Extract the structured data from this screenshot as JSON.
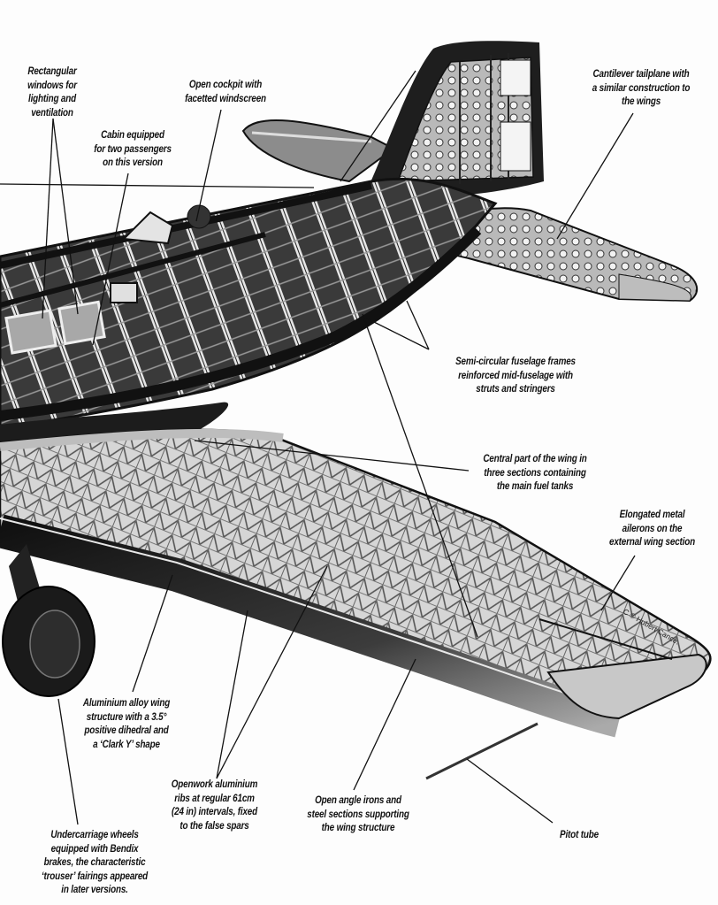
{
  "diagram": {
    "subject": "Cutaway illustration of a light aircraft airframe (fuselage, tail, wing, undercarriage)",
    "colors": {
      "background": "#fdfdfd",
      "ink": "#111111",
      "metal": "#9a9a9a",
      "metal_light": "#cfcfcf",
      "dark": "#1c1c1c"
    }
  },
  "annotations": [
    {
      "id": "windows",
      "text": "Rectangular\nwindows for\nlighting and\nventilation"
    },
    {
      "id": "cockpit",
      "text": "Open cockpit with\nfacetted windscreen"
    },
    {
      "id": "cabin",
      "text": "Cabin equipped\nfor two passengers\non this version"
    },
    {
      "id": "tailplane",
      "text": "Cantilever tailplane with\na similar construction to\nthe wings"
    },
    {
      "id": "frames",
      "text": "Semi-circular fuselage frames\nreinforced mid-fuselage with\nstruts and stringers"
    },
    {
      "id": "central-wing",
      "text": "Central part of the wing in\nthree sections containing\nthe main fuel tanks"
    },
    {
      "id": "ailerons",
      "text": "Elongated metal\nailerons on the\nexternal wing section"
    },
    {
      "id": "wing-structure",
      "text": "Aluminium alloy wing\nstructure with a 3.5°\npositive dihedral and\na ‘Clark Y’ shape"
    },
    {
      "id": "ribs",
      "text": "Openwork aluminium\nribs at regular 61cm\n(24 in) intervals, fixed\nto the false spars"
    },
    {
      "id": "angle-irons",
      "text": "Open angle irons and\nsteel sections supporting\nthe wing structure"
    },
    {
      "id": "undercarriage",
      "text": "Undercarriage wheels\nequipped with Bendix\nbrakes, the characteristic\n‘trouser’ fairings appeared\nin later versions."
    },
    {
      "id": "pitot",
      "text": "Pitot tube"
    }
  ],
  "credit": "C © Hubert Cance."
}
